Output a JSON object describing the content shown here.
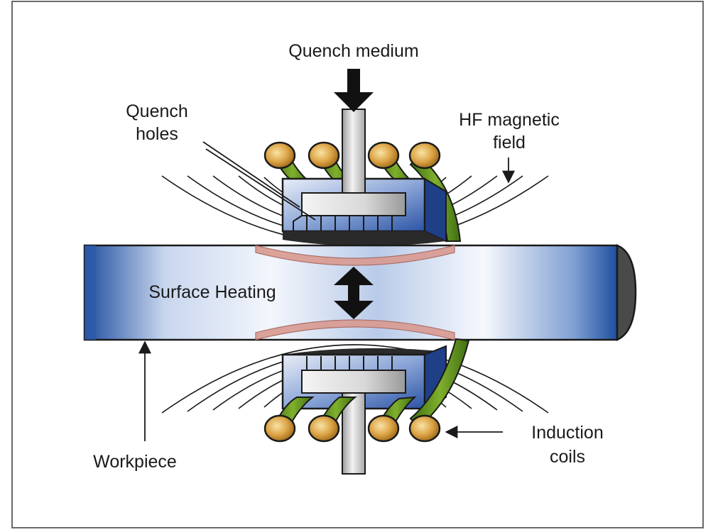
{
  "labels": {
    "quench_medium": "Quench medium",
    "quench_holes_line1": "Quench",
    "quench_holes_line2": "holes",
    "hf_field_line1": "HF magnetic",
    "hf_field_line2": "field",
    "surface_heating": "Surface Heating",
    "workpiece": "Workpiece",
    "induction_coils_line1": "Induction",
    "induction_coils_line2": "coils"
  },
  "colors": {
    "workpiece_blue": "#2a5aa8",
    "workpiece_light": "#eef2fa",
    "coil_green": "#5f8f1e",
    "coil_copper": "#d9a445",
    "heated_zone": "#d99a90",
    "quench_block": "#3a5fb0",
    "outline": "#1a1a1a"
  }
}
